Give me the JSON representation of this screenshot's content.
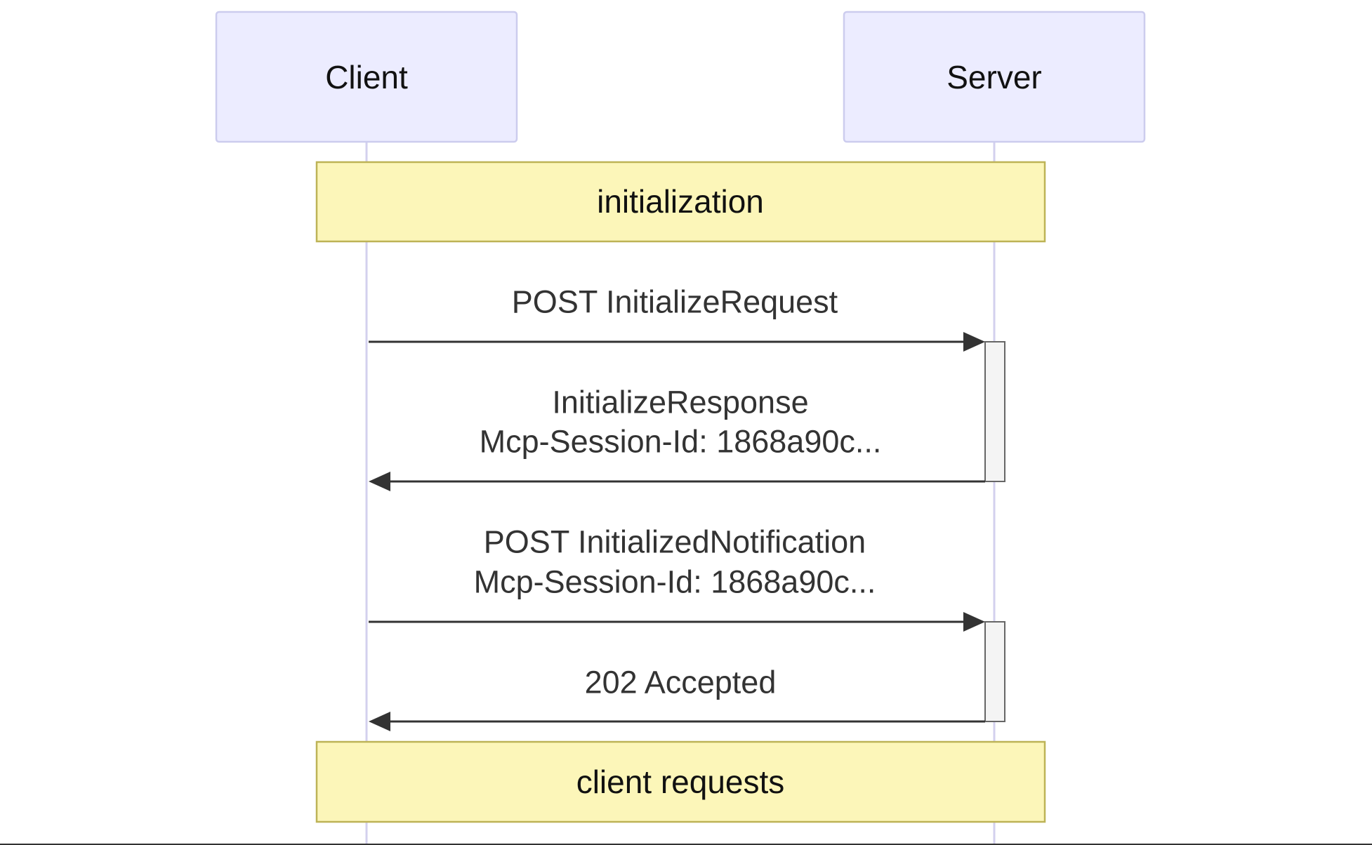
{
  "diagram": {
    "type": "sequence",
    "participants": [
      {
        "id": "client",
        "label": "Client"
      },
      {
        "id": "server",
        "label": "Server"
      }
    ],
    "notes": [
      {
        "text": "initialization"
      },
      {
        "text": "client requests"
      }
    ],
    "messages": [
      {
        "from": "client",
        "to": "server",
        "lines": [
          "POST InitializeRequest"
        ]
      },
      {
        "from": "server",
        "to": "client",
        "lines": [
          "InitializeResponse",
          "Mcp-Session-Id: 1868a90c..."
        ]
      },
      {
        "from": "client",
        "to": "server",
        "lines": [
          "POST InitializedNotification",
          "Mcp-Session-Id: 1868a90c..."
        ]
      },
      {
        "from": "server",
        "to": "client",
        "lines": [
          "202 Accepted"
        ]
      }
    ]
  },
  "colors": {
    "actor_fill": "#ececff",
    "actor_stroke": "#ccccee",
    "note_fill": "#fcf6b9",
    "note_stroke": "#bdb356",
    "message_line": "#333333"
  }
}
